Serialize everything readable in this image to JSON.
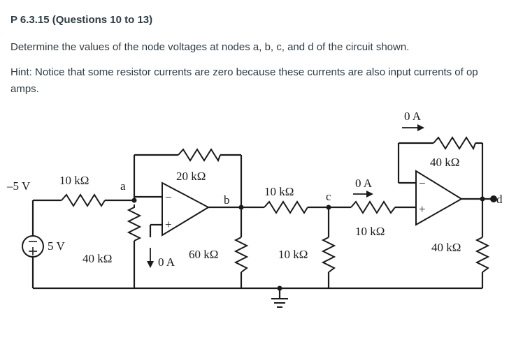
{
  "question": {
    "title": "P 6.3.15 (Questions 10 to 13)",
    "instruction": "Determine the values of the node voltages at nodes a, b, c, and d of the circuit shown.",
    "hint": "Hint: Notice that some resistor currents are zero because these currents are also input currents of op amps."
  },
  "circuit": {
    "source_left_voltage": "–5 V",
    "source_5v": "5 V",
    "r_input": "10 kΩ",
    "r_feedback_1": "20 kΩ",
    "r_ground_a": "40 kΩ",
    "r_ground_b": "60 kΩ",
    "r_series_bc": "10 kΩ",
    "r_ground_c": "10 kΩ",
    "r_series_2": "10 kΩ",
    "r_feedback_2": "40 kΩ",
    "r_ground_d": "40 kΩ",
    "current_input_1": "0 A",
    "current_input_2": "0 A",
    "current_top": "0 A",
    "node_a": "a",
    "node_b": "b",
    "node_c": "c",
    "node_d": "d",
    "sign_minus": "−",
    "sign_plus": "+"
  }
}
